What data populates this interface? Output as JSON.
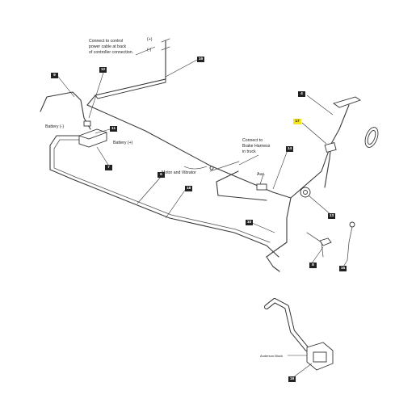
{
  "notes": {
    "controller": [
      "Connect to control",
      "power cable at back",
      "of controller connection."
    ],
    "plus": "(+)",
    "minus": "(-)",
    "battery_neg": "Battery (-)",
    "battery_pos": "Battery (+)",
    "motor_vibrator": "Motor and Vibrator",
    "brake": [
      "Connect to",
      "Brake Harness",
      "in truck"
    ],
    "aux": "Aux.",
    "anderson": "Anderson Block"
  },
  "callouts": [
    {
      "id": "9",
      "text": "9",
      "highlight": false
    },
    {
      "id": "12",
      "text": "12",
      "highlight": false
    },
    {
      "id": "16",
      "text": "16",
      "highlight": false
    },
    {
      "id": "11",
      "text": "11",
      "highlight": false
    },
    {
      "id": "7",
      "text": "7",
      "highlight": false
    },
    {
      "id": "4",
      "text": "4",
      "highlight": false
    },
    {
      "id": "17",
      "text": "17",
      "highlight": true
    },
    {
      "id": "14",
      "text": "14",
      "highlight": false
    },
    {
      "id": "6",
      "text": "6",
      "highlight": false
    },
    {
      "id": "18",
      "text": "18",
      "highlight": false
    },
    {
      "id": "13",
      "text": "13",
      "highlight": false
    },
    {
      "id": "10",
      "text": "10",
      "highlight": false
    },
    {
      "id": "8",
      "text": "8",
      "highlight": false
    },
    {
      "id": "15",
      "text": "15",
      "highlight": false
    },
    {
      "id": "19",
      "text": "19",
      "highlight": false
    }
  ]
}
